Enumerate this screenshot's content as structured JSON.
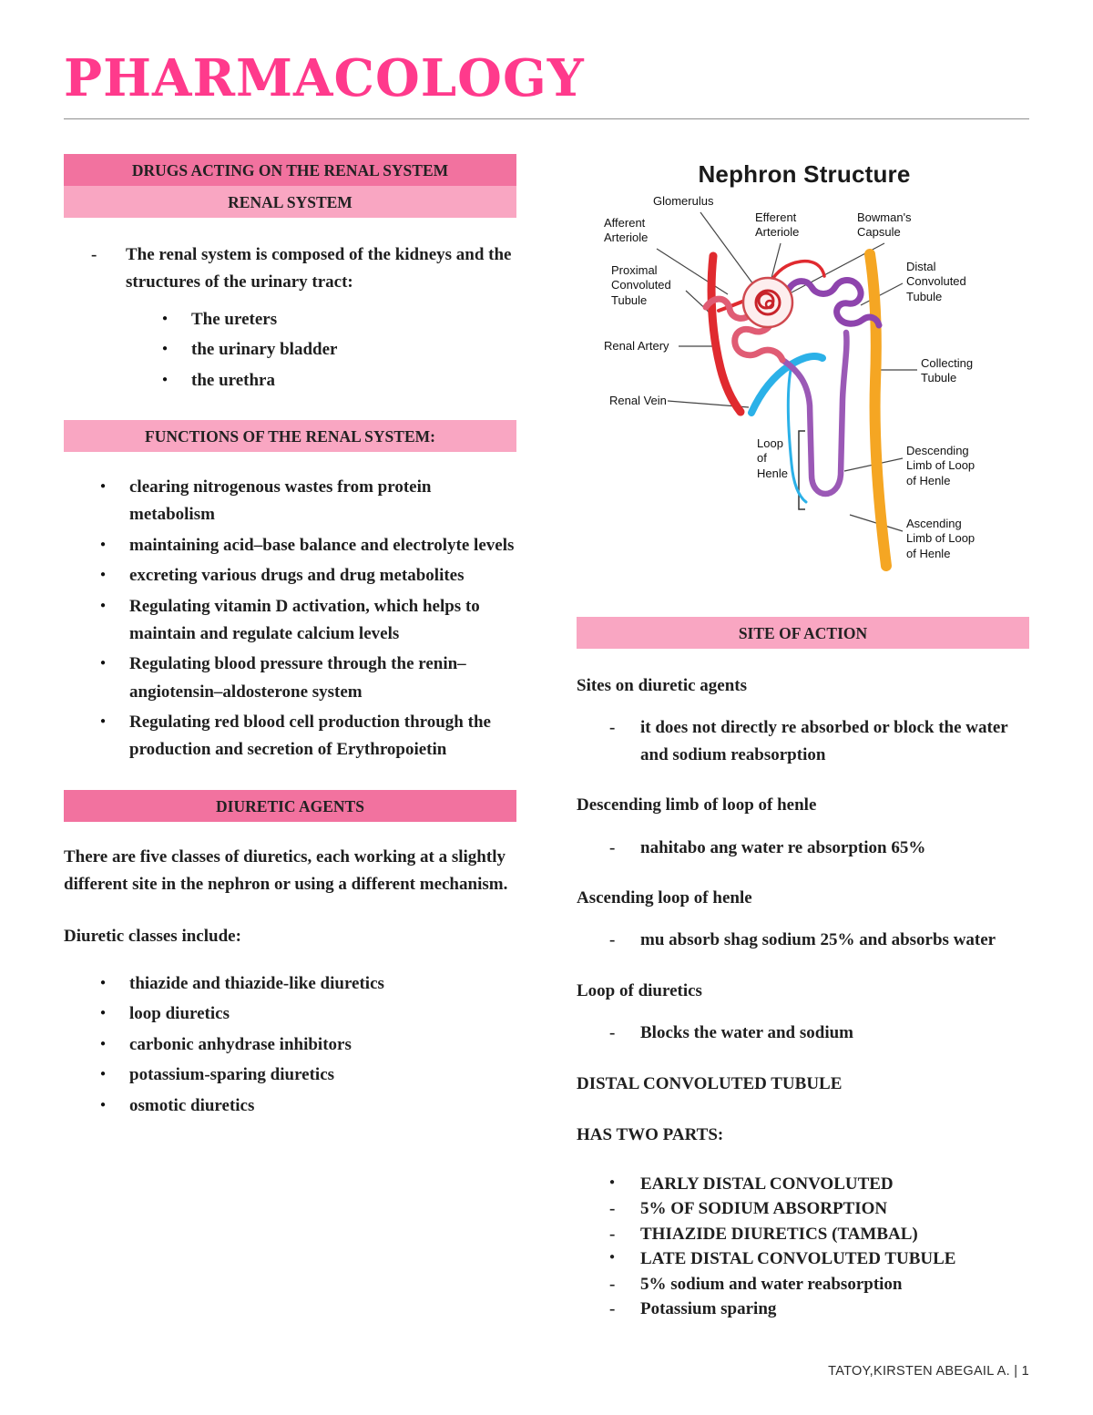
{
  "page": {
    "title": "PHARMACOLOGY",
    "footer": "TATOY,KIRSTEN ABEGAIL A. | 1"
  },
  "colors": {
    "title_pink": "#ff3a8c",
    "header_medium_pink": "#f2729f",
    "header_light_pink": "#f9a6c2",
    "artery_red": "#e02a2f",
    "vein_blue": "#2bb1e8",
    "collecting_orange": "#f5a623",
    "loop_purple": "#9b59b6",
    "proximal_pink": "#e05c74",
    "distal_purple": "#8e44ad"
  },
  "left": {
    "renal": {
      "header_line1": "DRUGS ACTING ON THE RENAL SYSTEM",
      "header_line2": "RENAL SYSTEM",
      "intro": "The renal system is composed of the kidneys and the structures of the urinary tract:",
      "items": [
        "The ureters",
        "the urinary bladder",
        "the urethra"
      ]
    },
    "functions": {
      "header": "FUNCTIONS OF THE RENAL SYSTEM:",
      "items": [
        "clearing nitrogenous wastes from protein metabolism",
        "maintaining acid–base balance and electrolyte levels",
        "excreting various drugs and drug metabolites",
        "Regulating vitamin D activation, which helps to maintain and regulate calcium levels",
        "Regulating blood pressure through the renin–angiotensin–aldosterone system",
        "Regulating red blood cell production through the production and secretion of Erythropoietin"
      ]
    },
    "diuretics": {
      "header": "DIURETIC AGENTS",
      "para_start": "There are ",
      "para_bold": "five classes of diuretics",
      "para_end": ", each working at a slightly different site in the nephron or using a different mechanism.",
      "classes_label": "Diuretic classes include:",
      "classes": [
        "thiazide and thiazide-like diuretics",
        "loop diuretics",
        "carbonic anhydrase inhibitors",
        "potassium-sparing diuretics",
        "osmotic diuretics"
      ]
    }
  },
  "right": {
    "diagram": {
      "title": "Nephron Structure",
      "labels": {
        "glomerulus": "Glomerulus",
        "afferent_arteriole": "Afferent\nArteriole",
        "efferent_arteriole": "Efferent\nArteriole",
        "bowmans_capsule": "Bowman's\nCapsule",
        "proximal_convoluted_tubule": "Proximal\nConvoluted\nTubule",
        "distal_convoluted_tubule": "Distal\nConvoluted\nTubule",
        "renal_artery": "Renal Artery",
        "collecting_tubule": "Collecting\nTubule",
        "renal_vein": "Renal Vein",
        "loop_of_henle": "Loop\nof\nHenle",
        "descending_limb": "Descending\nLimb of Loop\nof Henle",
        "ascending_limb": "Ascending\nLimb of Loop\nof Henle"
      }
    },
    "site": {
      "header": "SITE OF ACTION",
      "sections": [
        {
          "heading": "Sites on diuretic agents",
          "item": "it does not directly re absorbed or block the water and sodium reabsorption"
        },
        {
          "heading": "Descending limb of loop of henle",
          "item": "nahitabo ang water re absorption 65%"
        },
        {
          "heading": "Ascending loop of henle",
          "item": "mu absorb shag sodium 25% and absorbs water"
        },
        {
          "heading": "Loop of diuretics",
          "item": "Blocks the water and sodium"
        }
      ],
      "distal_title": "DISTAL CONVOLUTED TUBULE",
      "parts_title": "HAS TWO PARTS:",
      "parts": [
        {
          "text": "EARLY DISTAL CONVOLUTED"
        },
        {
          "text": "5% OF SODIUM ABSORPTION"
        },
        {
          "text": "THIAZIDE DIURETICS (TAMBAL)"
        },
        {
          "text": "LATE DISTAL CONVOLUTED TUBULE"
        },
        {
          "text": "5% sodium and water reabsorption"
        },
        {
          "text": "Potassium sparing"
        }
      ]
    }
  }
}
